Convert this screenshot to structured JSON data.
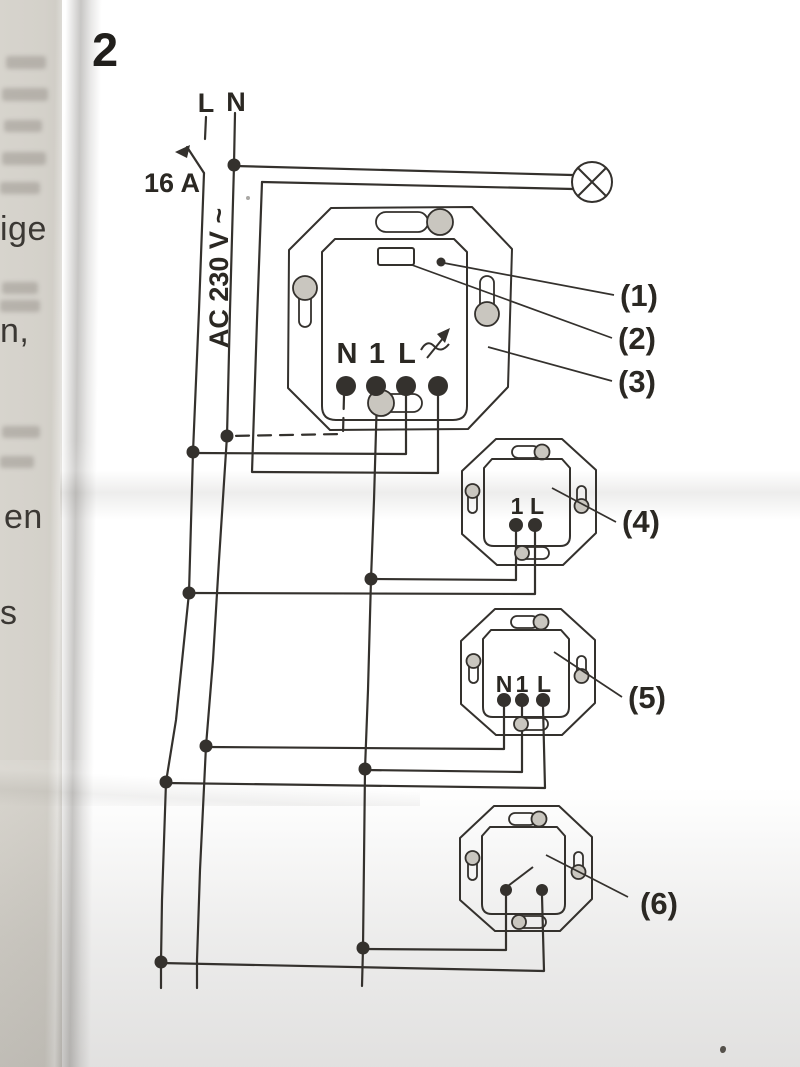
{
  "figure_number": "2",
  "left_page_fragments": {
    "f1": "ige",
    "f2": "n,",
    "f3": "en",
    "f4": "s"
  },
  "supply": {
    "line": "L",
    "neutral": "N",
    "fuse": "16 A",
    "voltage": "AC 230 V ~"
  },
  "dimmer": {
    "t_n": "N",
    "t_1": "1",
    "t_l": "L",
    "output_symbol": "dimmer-arrow"
  },
  "callouts": {
    "c1": "(1)",
    "c2": "(2)",
    "c3": "(3)",
    "c4": "(4)",
    "c5": "(5)",
    "c6": "(6)"
  },
  "extension_1l": {
    "t_1": "1",
    "t_l": "L"
  },
  "extension_n1l": {
    "t_n": "N",
    "t_1": "1",
    "t_l": "L"
  },
  "icons": {
    "lamp": "lamp-icon",
    "fuse_switch": "switch-16a-icon",
    "dimmer_output": "dimmer-arrow-icon",
    "extension_switch": "push-switch-icon"
  },
  "colors": {
    "paper": "#cbc8c1",
    "ink": "#34312d",
    "text": "#2b2823"
  }
}
